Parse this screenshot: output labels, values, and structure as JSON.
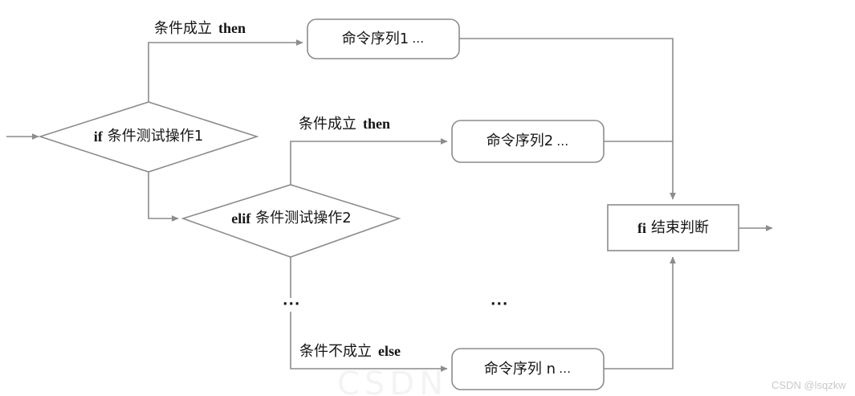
{
  "diagram": {
    "type": "flowchart",
    "title": "shell if-elif-else structure flowchart",
    "stroke_color": "#8c8c8c",
    "text_color": "#161616",
    "background": "#ffffff"
  },
  "nodes": {
    "if_test": {
      "shape": "diamond",
      "keyword": "if",
      "text": "条件测试操作1"
    },
    "elif_test": {
      "shape": "diamond",
      "keyword": "elif",
      "text": "条件测试操作2"
    },
    "cmd1": {
      "shape": "rounded-rect",
      "text": "命令序列1",
      "trailing": "…"
    },
    "cmd2": {
      "shape": "rounded-rect",
      "text": "命令序列2",
      "trailing": "…"
    },
    "cmdn": {
      "shape": "rounded-rect",
      "text": "命令序列 n",
      "trailing": "…"
    },
    "fi_end": {
      "shape": "rect",
      "keyword": "fi",
      "text": "结束判断"
    }
  },
  "edge_labels": {
    "if_true": {
      "cn": "条件成立",
      "kw": "then"
    },
    "elif_true": {
      "cn": "条件成立",
      "kw": "then"
    },
    "else_false": {
      "cn": "条件不成立",
      "kw": "else"
    }
  },
  "ellipsis": {
    "branch_vertical": "···",
    "branch_middle": "···"
  },
  "watermark": {
    "text": "CSDN @lsqzkw",
    "ghost": "CSDN"
  }
}
